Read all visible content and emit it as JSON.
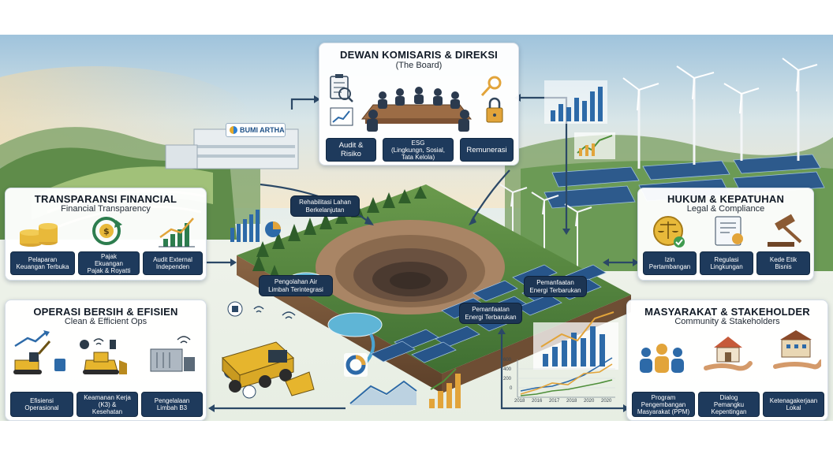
{
  "brand": {
    "name": "BUMI ARTHA"
  },
  "board": {
    "title": "DEWAN KOMISARIS & DIREKSI",
    "subtitle": "(The Board)",
    "buttons": [
      "Audit &\nRisiko",
      "ESG\n(Lingkungn, Sosial,\nTata Kelola)",
      "Remunerasi"
    ]
  },
  "transparency": {
    "title": "TRANSPARANSI FINANCIAL",
    "subtitle": "Financial Transparency",
    "buttons": [
      "Pelaparan\nKeuangan Terbuka",
      "Pajak\nEkuangan\nPajak & Royatti",
      "Audit External\nIndependen"
    ]
  },
  "legal": {
    "title": "HUKUM & KEPATUHAN",
    "subtitle": "Legal & Compliance",
    "buttons": [
      "Izin\nPertambangan",
      "Regulasi\nLingkungan",
      "Kede Etik\nBisnis"
    ]
  },
  "operations": {
    "title": "OPERASI BERSIH & EFISIEN",
    "subtitle": "Clean & Efficient Ops",
    "buttons": [
      "Efisiensi\nOperasional",
      "Keamanan Kerja\n(K3) &\nKesehatan",
      "Pengelalaan\nLimbah B3"
    ]
  },
  "community": {
    "title": "MASYARAKAT & STAKEHOLDER",
    "subtitle": "Community & Stakeholders",
    "buttons": [
      "Program\nPengembangan\nMasyarakat (PPM)",
      "Dialog\nPemangku\nKepentingan",
      "Ketenagakerjaan\nLokal"
    ]
  },
  "map_labels": {
    "rehab": "Rehabilitasi Lahan\nBerkelanjutan",
    "water": "Pengolahan Air\nLimbah Terintegrasi",
    "energy1": "Pemanfaatan\nEnergi Terbarukan",
    "energy2": "Pemanfaatan\nEnergi Terbarukan"
  },
  "chart_axis": {
    "y_ticks": [
      "600",
      "400",
      "200",
      "0"
    ],
    "x_ticks": [
      "2018",
      "2016",
      "2017",
      "2018",
      "2020",
      "2020"
    ]
  }
}
